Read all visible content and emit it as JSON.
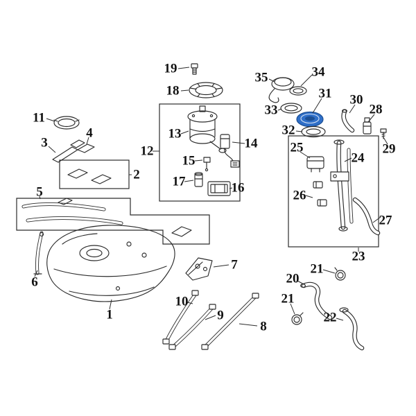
{
  "colors": {
    "line": "#2b2b2b",
    "background": "#ffffff",
    "highlight": "#2f6fc8",
    "highlight_dark": "#1c4f94"
  },
  "highlighted_callout": "31",
  "callouts": [
    {
      "label": "19"
    },
    {
      "label": "18"
    },
    {
      "label": "35"
    },
    {
      "label": "34"
    },
    {
      "label": "31"
    },
    {
      "label": "33"
    },
    {
      "label": "32"
    },
    {
      "label": "30"
    },
    {
      "label": "28"
    },
    {
      "label": "29"
    },
    {
      "label": "11"
    },
    {
      "label": "4"
    },
    {
      "label": "3"
    },
    {
      "label": "2"
    },
    {
      "label": "12"
    },
    {
      "label": "13"
    },
    {
      "label": "14"
    },
    {
      "label": "15"
    },
    {
      "label": "16"
    },
    {
      "label": "17"
    },
    {
      "label": "25"
    },
    {
      "label": "24"
    },
    {
      "label": "26"
    },
    {
      "label": "27"
    },
    {
      "label": "23"
    },
    {
      "label": "5"
    },
    {
      "label": "6"
    },
    {
      "label": "1"
    },
    {
      "label": "7"
    },
    {
      "label": "10"
    },
    {
      "label": "9"
    },
    {
      "label": "8"
    },
    {
      "label": "20"
    },
    {
      "label": "21"
    },
    {
      "label": "21"
    },
    {
      "label": "22"
    }
  ]
}
